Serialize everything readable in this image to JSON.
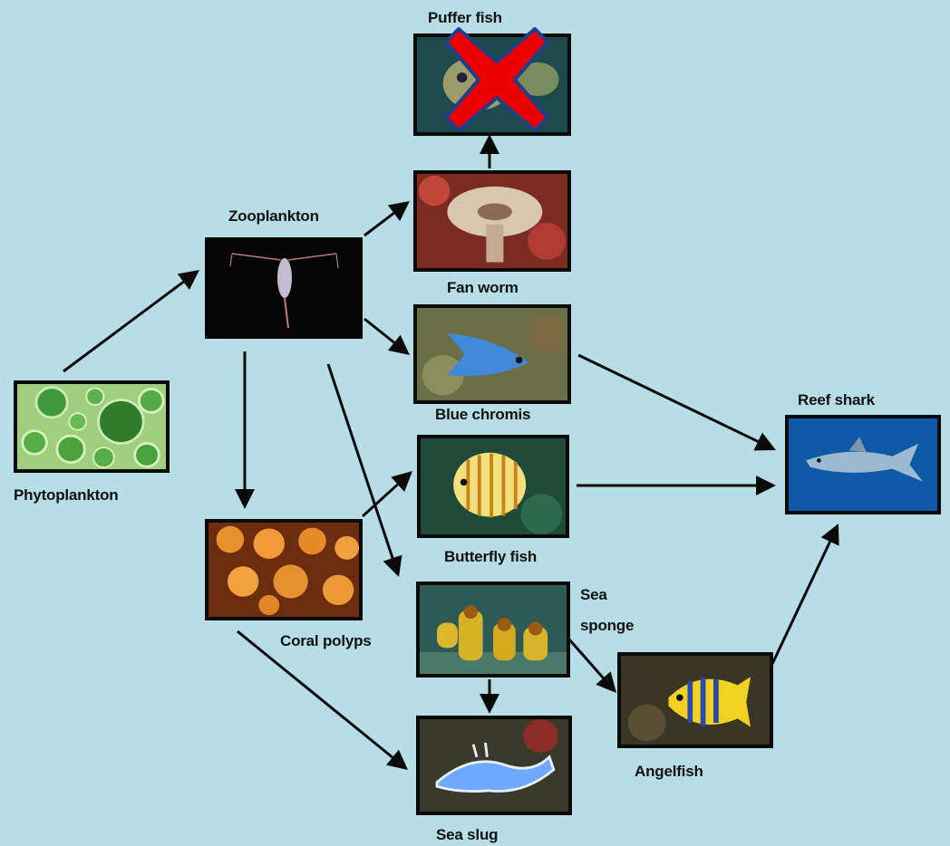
{
  "diagram": {
    "type": "food-web",
    "background_color": "#b7dde6",
    "organisms": {
      "phytoplankton": {
        "label": "Phytoplankton"
      },
      "zooplankton": {
        "label": "Zooplankton"
      },
      "puffer_fish": {
        "label": "Puffer fish",
        "status": "removed",
        "marker": "red-x-icon"
      },
      "fan_worm": {
        "label": "Fan worm"
      },
      "blue_chromis": {
        "label": "Blue chromis"
      },
      "butterfly_fish": {
        "label": "Butterfly fish"
      },
      "coral_polyps": {
        "label": "Coral polyps"
      },
      "sea_sponge": {
        "label_line1": "Sea",
        "label_line2": "sponge"
      },
      "sea_slug": {
        "label": "Sea slug"
      },
      "angelfish": {
        "label": "Angelfish"
      },
      "reef_shark": {
        "label": "Reef shark"
      }
    },
    "edges": [
      {
        "from": "phytoplankton",
        "to": "zooplankton"
      },
      {
        "from": "zooplankton",
        "to": "fan_worm"
      },
      {
        "from": "zooplankton",
        "to": "blue_chromis"
      },
      {
        "from": "zooplankton",
        "to": "coral_polyps"
      },
      {
        "from": "zooplankton",
        "to": "sea_sponge"
      },
      {
        "from": "fan_worm",
        "to": "puffer_fish"
      },
      {
        "from": "blue_chromis",
        "to": "reef_shark"
      },
      {
        "from": "butterfly_fish",
        "to": "reef_shark"
      },
      {
        "from": "coral_polyps",
        "to": "butterfly_fish"
      },
      {
        "from": "coral_polyps",
        "to": "sea_slug"
      },
      {
        "from": "sea_sponge",
        "to": "sea_slug"
      },
      {
        "from": "sea_sponge",
        "to": "angelfish"
      },
      {
        "from": "angelfish",
        "to": "reef_shark"
      }
    ],
    "colors": {
      "arrow": "#0a0a0a",
      "removal_marker_fill": "#ee0000",
      "removal_marker_stroke": "#1f3f8a"
    }
  }
}
